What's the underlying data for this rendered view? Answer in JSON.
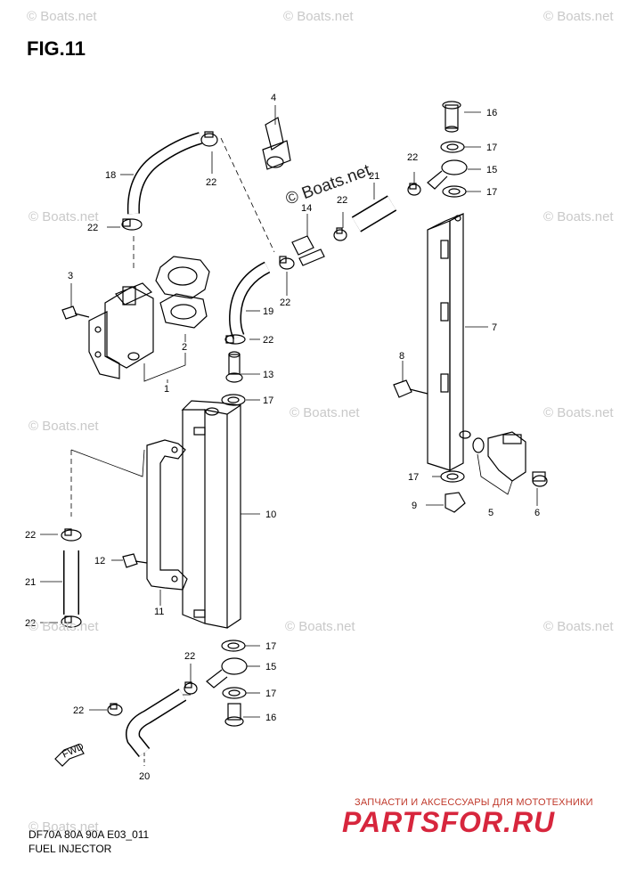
{
  "figure": {
    "title": "FIG.11"
  },
  "footer": {
    "code": "DF70A 80A 90A E03_011",
    "caption": "FUEL INJECTOR"
  },
  "shop": {
    "subtitle": "ЗАПЧАСТИ И АКСЕССУАРЫ ДЛЯ МОТОТЕХНИКИ",
    "logo": "PARTSFOR.RU"
  },
  "watermarks": {
    "text": "© Boats.net",
    "center_text": "© Boats.net"
  },
  "callouts": [
    "1",
    "2",
    "3",
    "4",
    "5",
    "6",
    "7",
    "8",
    "9",
    "10",
    "11",
    "12",
    "13",
    "14",
    "15",
    "16",
    "17",
    "18",
    "19",
    "20",
    "21",
    "22"
  ],
  "fwd_label": "FWD",
  "colors": {
    "line": "#000000",
    "logo_red": "#d7263d",
    "watermark": "#c9c9c9"
  }
}
